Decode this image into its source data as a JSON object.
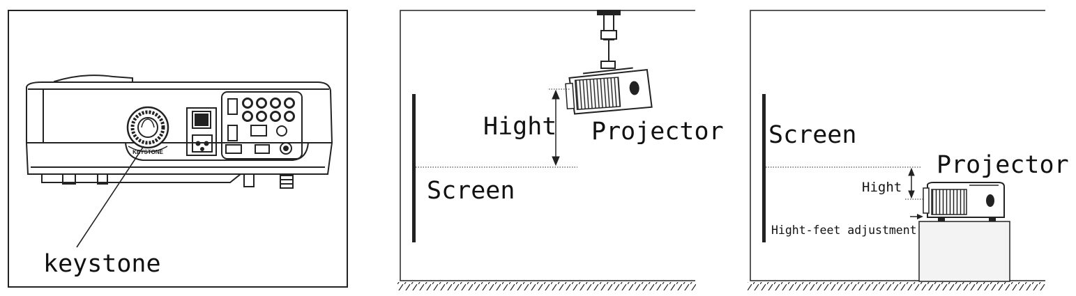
{
  "panel_keystone": {
    "callout_label": "keystone",
    "dial_text": "KEYSTONE"
  },
  "panel_ceiling": {
    "height_label": "Hight",
    "projector_label": "Projector",
    "screen_label": "Screen"
  },
  "panel_table": {
    "screen_label": "Screen",
    "projector_label": "Projector",
    "height_label": "Hight",
    "feet_label": "Hight-feet adjustment"
  }
}
